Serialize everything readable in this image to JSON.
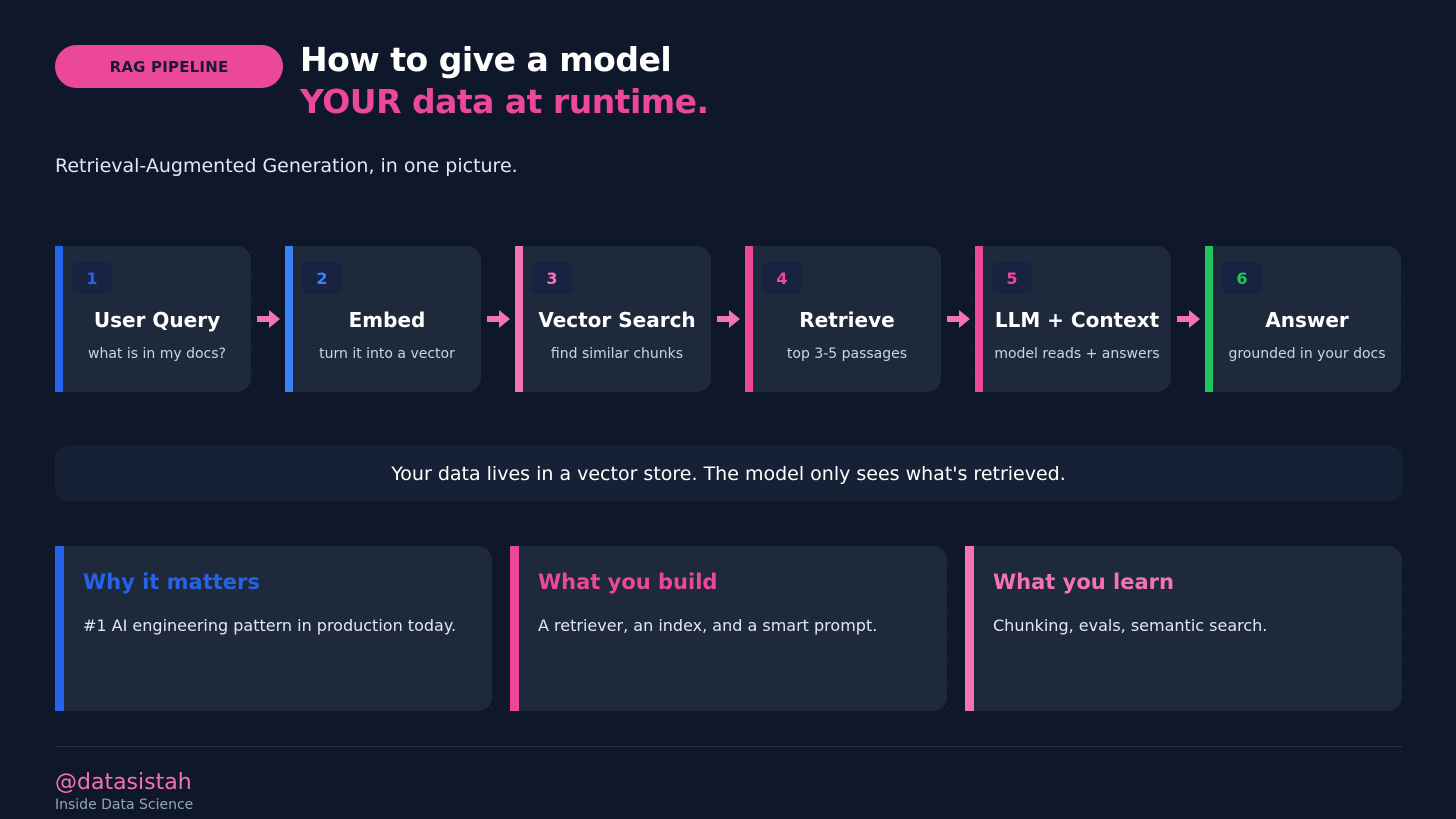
{
  "header": {
    "badge": "RAG PIPELINE",
    "title_line1": "How to give a model",
    "title_line2": "YOUR data at runtime.",
    "subtitle": "Retrieval-Augmented Generation, in one picture."
  },
  "pipeline": {
    "steps": [
      {
        "num": "1",
        "title": "User Query",
        "desc": "what is in my docs?",
        "color": "#2563eb"
      },
      {
        "num": "2",
        "title": "Embed",
        "desc": "turn it into a vector",
        "color": "#3b82f6"
      },
      {
        "num": "3",
        "title": "Vector Search",
        "desc": "find similar chunks",
        "color": "#f472b6"
      },
      {
        "num": "4",
        "title": "Retrieve",
        "desc": "top 3-5 passages",
        "color": "#ec4899"
      },
      {
        "num": "5",
        "title": "LLM + Context",
        "desc": "model reads + answers",
        "color": "#ec4899"
      },
      {
        "num": "6",
        "title": "Answer",
        "desc": "grounded in your docs",
        "color": "#22c55e"
      }
    ],
    "arrow_color": "#f472b6"
  },
  "banner": {
    "text": "Your data lives in a vector store. The model only sees what's retrieved."
  },
  "cards": [
    {
      "title": "Why it matters",
      "desc": "#1 AI engineering pattern in production today.",
      "color": "#2563eb"
    },
    {
      "title": "What you build",
      "desc": "A retriever, an index, and a smart prompt.",
      "color": "#ec4899"
    },
    {
      "title": "What you learn",
      "desc": "Chunking, evals, semantic search.",
      "color": "#f472b6"
    }
  ],
  "footer": {
    "handle": "@datasistah",
    "org": "Inside Data Science"
  }
}
